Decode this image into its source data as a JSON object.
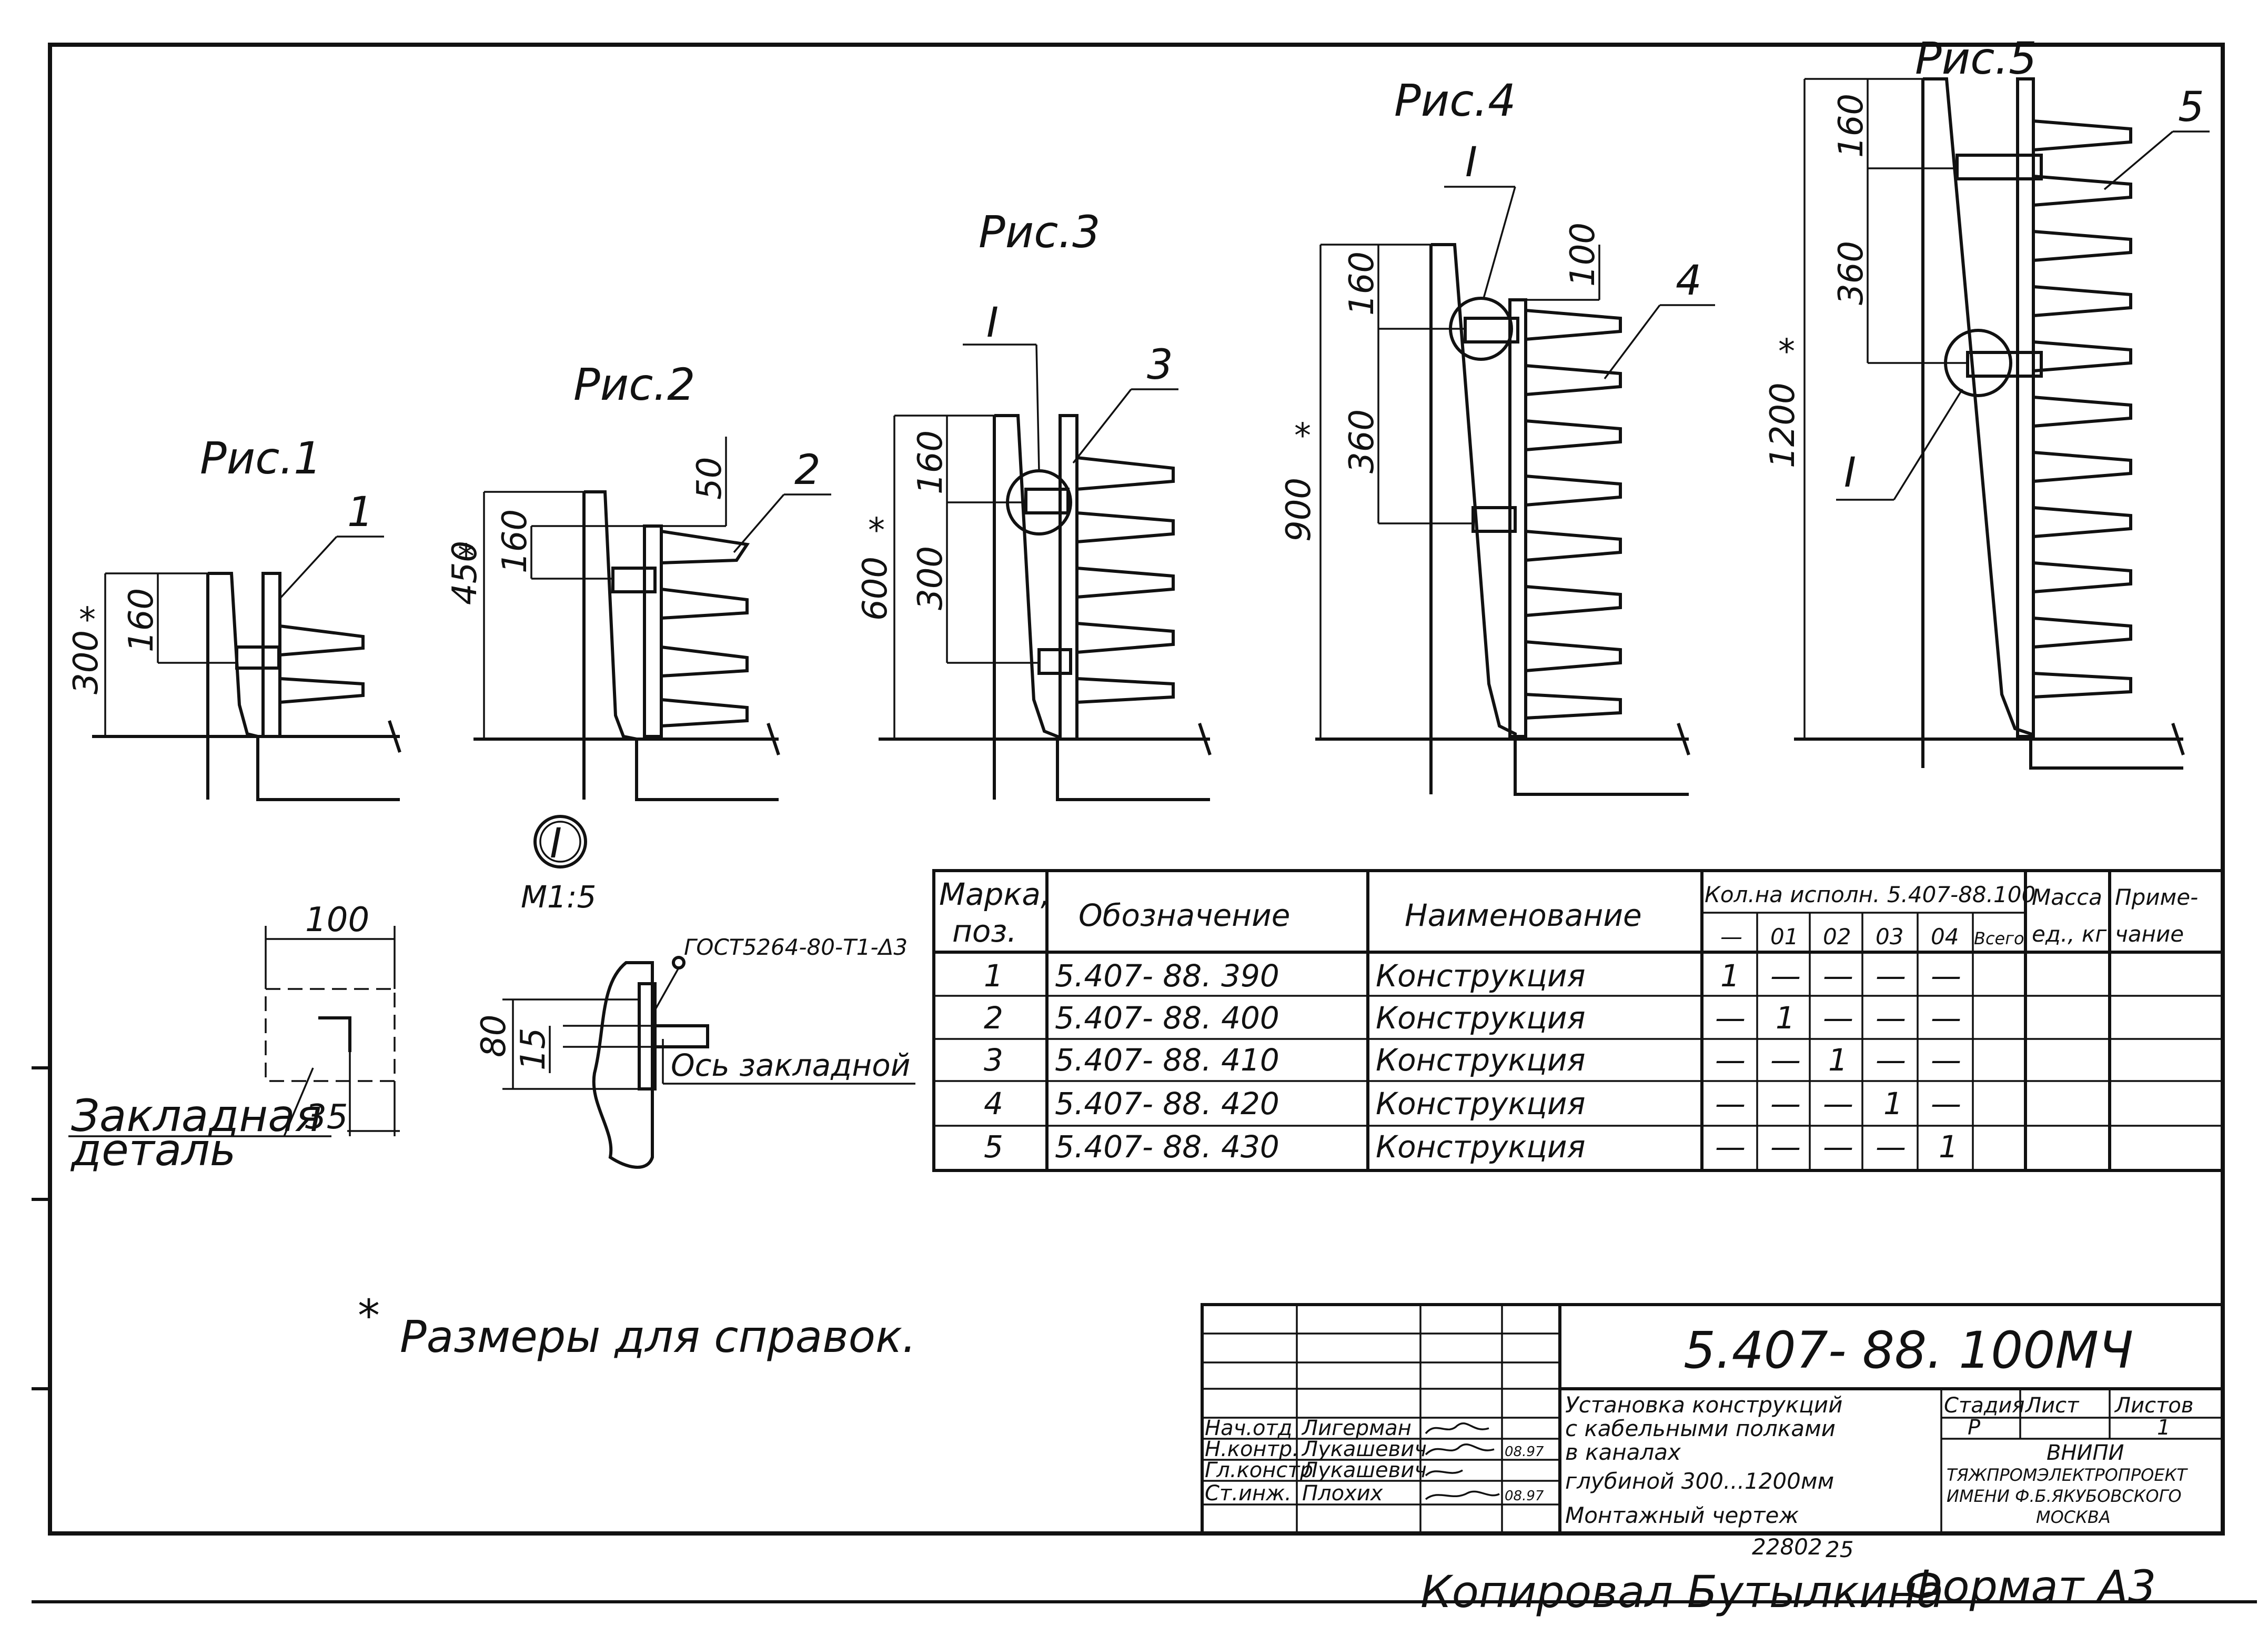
{
  "figures": [
    {
      "title": "Рис.1",
      "pos": "1",
      "dims": [
        "300",
        "160"
      ]
    },
    {
      "title": "Рис.2",
      "pos": "2",
      "dims": [
        "450",
        "160",
        "50"
      ]
    },
    {
      "title": "Рис.3",
      "pos": "3",
      "dims": [
        "600",
        "160",
        "300"
      ]
    },
    {
      "title": "Рис.4",
      "pos": "4",
      "dims": [
        "900",
        "160",
        "360",
        "100"
      ]
    },
    {
      "title": "Рис.5",
      "pos": "5",
      "dims": [
        "1200",
        "160",
        "360"
      ]
    }
  ],
  "callout_roman": "I",
  "star": "*",
  "detail": {
    "scale_label": "М1:5",
    "gost_note": "ГОСТ5264-80-Т1-Δ3",
    "axis_label": "Ось закладной",
    "dims": [
      "80",
      "15"
    ]
  },
  "embedded_part": {
    "label_line1": "Закладная",
    "label_line2": "деталь",
    "dims": [
      "100",
      "35"
    ]
  },
  "spec_table": {
    "headers": {
      "mark": [
        "Марка,",
        "поз."
      ],
      "designation": "Обозначение",
      "name": "Наименование",
      "qty": "Кол.на исполн. 5.407-88.100",
      "qty_sub": [
        "—",
        "01",
        "02",
        "03",
        "04",
        "Всего"
      ],
      "mass": [
        "Масса",
        "ед., кг"
      ],
      "note": [
        "Приме-",
        "чание"
      ]
    },
    "rows": [
      {
        "mark": "1",
        "designation": "5.407-  88. 390",
        "name": "Конструкция",
        "q": [
          "1",
          "—",
          "—",
          "—",
          "—",
          ""
        ]
      },
      {
        "mark": "2",
        "designation": "5.407-  88. 400",
        "name": "Конструкция",
        "q": [
          "—",
          "1",
          "—",
          "—",
          "—",
          ""
        ]
      },
      {
        "mark": "3",
        "designation": "5.407-  88. 410",
        "name": "Конструкция",
        "q": [
          "—",
          "—",
          "1",
          "—",
          "—",
          ""
        ]
      },
      {
        "mark": "4",
        "designation": "5.407-  88. 420",
        "name": "Конструкция",
        "q": [
          "—",
          "—",
          "—",
          "1",
          "—",
          ""
        ]
      },
      {
        "mark": "5",
        "designation": "5.407-  88. 430",
        "name": "Конструкция",
        "q": [
          "—",
          "—",
          "—",
          "—",
          "1",
          ""
        ]
      }
    ]
  },
  "footnote": "Размеры для справок.",
  "title_block": {
    "code": "5.407- 88. 100МЧ",
    "desc": [
      "Установка конструкций",
      "с кабельными полками",
      "в каналах",
      "глубиной 300...1200мм",
      "Монтажный чертеж"
    ],
    "stage_label": "Стадия",
    "sheet_label": "Лист",
    "sheets_label": "Листов",
    "stage": "Р",
    "sheets": "1",
    "org": [
      "ВНИПИ",
      "ТЯЖПРОМЭЛЕКТРОПРОЕКТ",
      "ИМЕНИ Ф.Б.ЯКУБОВСКОГО",
      "МОСКВА"
    ],
    "staff": [
      {
        "role": "Нач.отд",
        "name": "Лигерман",
        "date": ""
      },
      {
        "role": "Н.контр.",
        "name": "Лукашевич",
        "date": "08.97"
      },
      {
        "role": "Гл.констр",
        "name": "Лукашевич",
        "date": ""
      },
      {
        "role": "Ст.инж.",
        "name": "Плохих",
        "date": "08.97"
      }
    ],
    "doc_number": "22802",
    "page_number": "25"
  },
  "copied_by": "Копировал Бутылкина",
  "format": "Формат А3"
}
